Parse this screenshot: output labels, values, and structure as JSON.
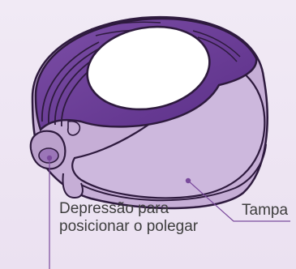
{
  "labels": {
    "tampa": "Tampa",
    "depressao_line1": "Depressão para",
    "depressao_line2": "posicionar o polegar"
  },
  "colors": {
    "background": "#ede4f2",
    "body_light": "#c8b1d6",
    "body_dark": "#6b3e97",
    "outline": "#2e1a3e",
    "leader": "#7a4a9c",
    "window": "#ffffff",
    "text": "#3e3e3e"
  }
}
